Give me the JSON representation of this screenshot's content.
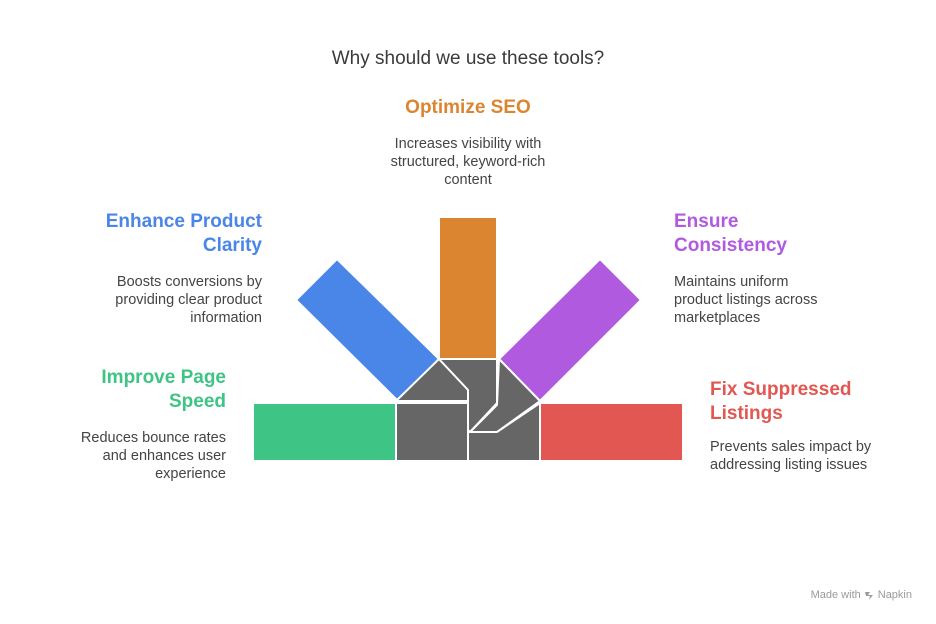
{
  "title": "Why should we use these tools?",
  "items": {
    "seo": {
      "heading": "Optimize SEO",
      "desc": [
        "Increases visibility with",
        "structured, keyword-rich",
        "content"
      ],
      "color": "#dc8531"
    },
    "clarity": {
      "heading": [
        "Enhance Product",
        "Clarity"
      ],
      "desc": [
        "Boosts conversions by",
        "providing clear product",
        "information"
      ],
      "color": "#4a86e8"
    },
    "consistency": {
      "heading": [
        "Ensure",
        "Consistency"
      ],
      "desc": [
        "Maintains uniform",
        "product listings across",
        "marketplaces"
      ],
      "color": "#b05ae0"
    },
    "speed": {
      "heading": [
        "Improve Page",
        "Speed"
      ],
      "desc": [
        "Reduces bounce rates",
        "and enhances user",
        "experience"
      ],
      "color": "#3ec484"
    },
    "listings": {
      "heading": [
        "Fix Suppressed",
        "Listings"
      ],
      "desc": [
        "Prevents sales impact by",
        "addressing listing issues"
      ],
      "color": "#e25751"
    }
  },
  "hub_color": "#666666",
  "credit": {
    "prefix": "Made with",
    "brand": "Napkin",
    "icon": "napkin-logo-icon"
  }
}
